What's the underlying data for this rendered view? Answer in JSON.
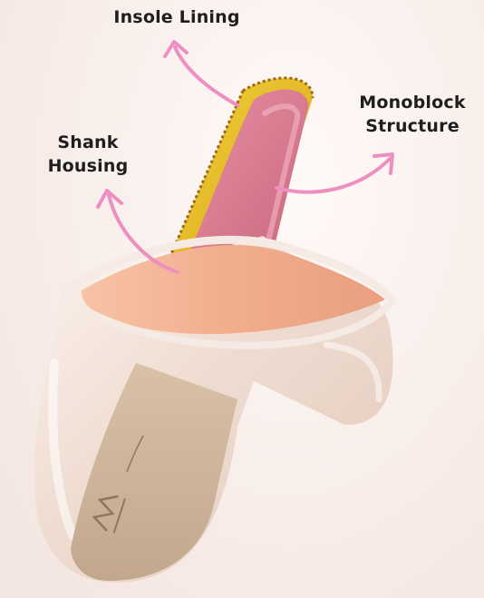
{
  "labels": {
    "insole": [
      "Insole Lining"
    ],
    "monoblock": [
      "Monoblock",
      "Structure"
    ],
    "shank": [
      "Shank",
      "Housing"
    ]
  },
  "colors": {
    "arrow": "#ee8fc2",
    "satin": "#f1e3da",
    "lining": "#f2b08f",
    "shank_pink": "#d9788d",
    "insole_yellow": "#e9c21f",
    "sole": "#cdb49a"
  }
}
